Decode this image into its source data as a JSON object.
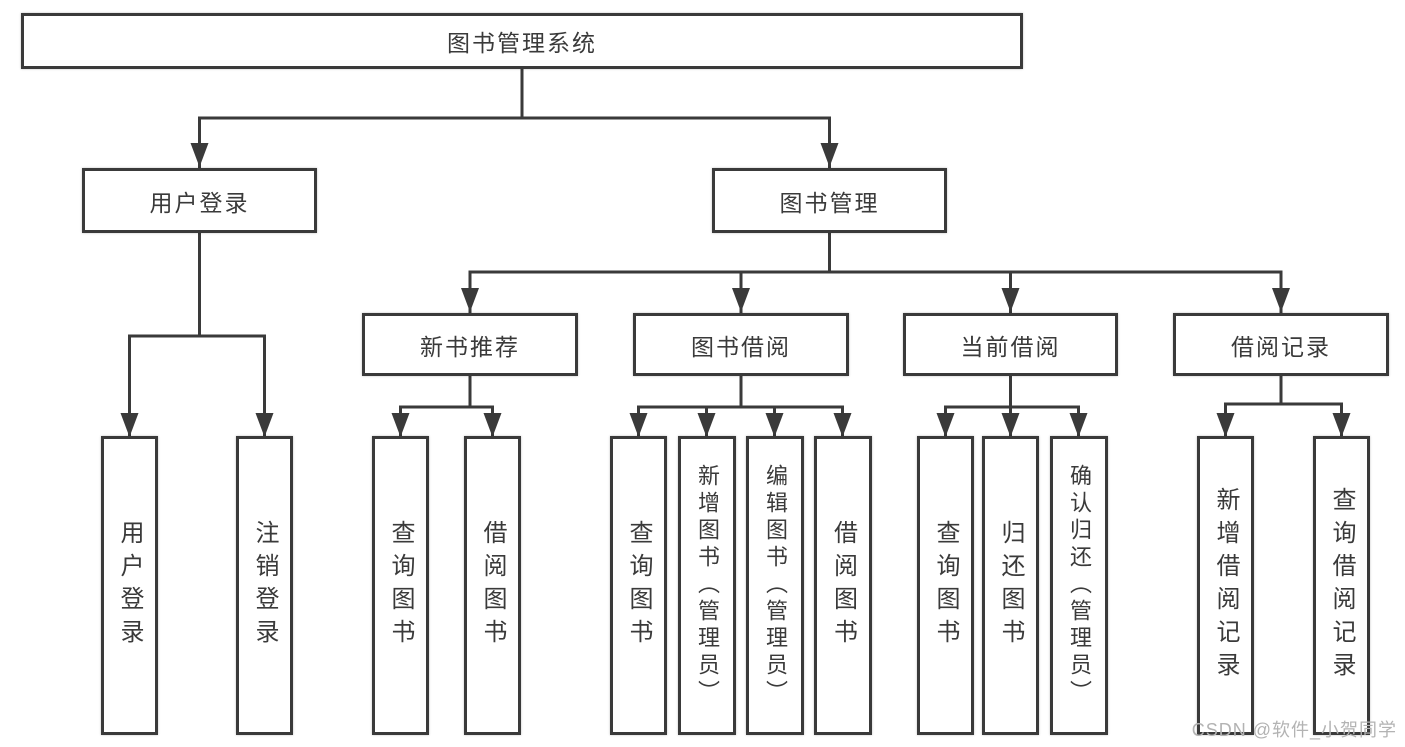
{
  "diagram": {
    "root": "图书管理系统",
    "level2": [
      "用户登录",
      "图书管理"
    ],
    "level3": [
      "新书推荐",
      "图书借阅",
      "当前借阅",
      "借阅记录"
    ],
    "leaves": {
      "user_login": [
        "用户登录",
        "注销登录"
      ],
      "new_books": [
        "查询图书",
        "借阅图书"
      ],
      "book_borrow": [
        "查询图书",
        "新增图书（管理员）",
        "编辑图书（管理员）",
        "借阅图书"
      ],
      "current_borrow": [
        "查询图书",
        "归还图书",
        "确认归还（管理员）"
      ],
      "borrow_records": [
        "新增借阅记录",
        "查询借阅记录"
      ]
    }
  },
  "watermark": "CSDN @软件_小贺同学",
  "colors": {
    "line": "#3a3a3a",
    "text": "#3a3a3a",
    "box_background": "#ffffff",
    "watermark": "#b3b3b3",
    "background": "#ffffff"
  }
}
